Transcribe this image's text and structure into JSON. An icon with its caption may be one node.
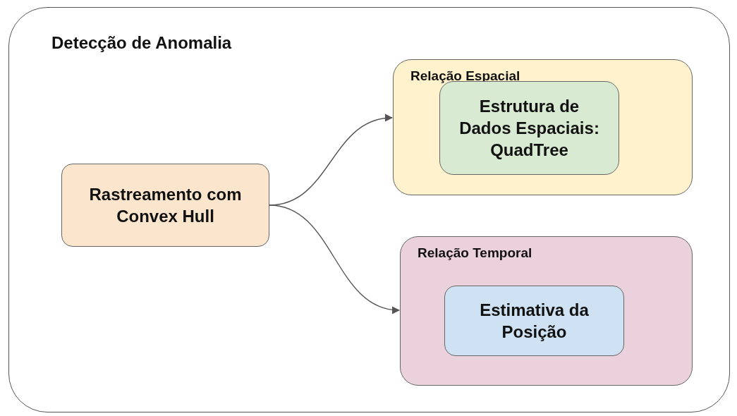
{
  "diagram": {
    "nodes": [
      {
        "text": [
          "Detecção de Anomalia"
        ]
      },
      {
        "text": [
          "Rastreamento com Convex Hull"
        ],
        "in": 0
      },
      {
        "text": [
          "Relação Espacial"
        ],
        "in": 0
      },
      {
        "text": [
          "Estrutura de Dados Espaciais: QuadTree"
        ],
        "in": 2
      },
      {
        "text": [
          "Relação Temporal"
        ],
        "in": 0
      },
      {
        "text": [
          "Estimativa da Posição"
        ],
        "in": 4
      }
    ],
    "edges": [
      {
        "from": 1,
        "to": 2,
        "arrow": "to"
      },
      {
        "from": 1,
        "to": 4,
        "arrow": "to"
      }
    ]
  }
}
